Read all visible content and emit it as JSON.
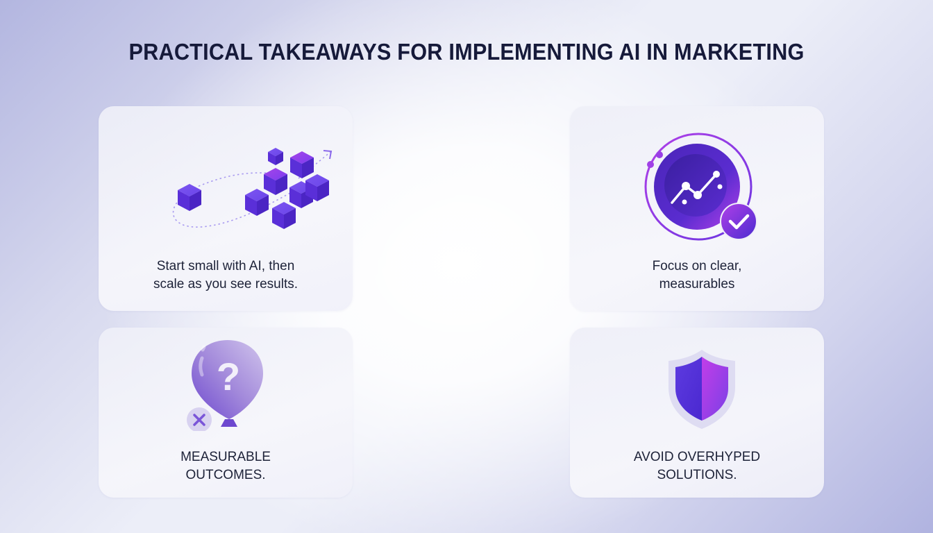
{
  "header": {
    "title": "PRACTICAL TAKEAWAYS FOR IMPLEMENTING AI IN MARKETING"
  },
  "cards": [
    {
      "icon": "scaling-cubes-icon",
      "caption_lines": [
        "Start small with AI, then",
        "scale as you see results."
      ]
    },
    {
      "icon": "chart-target-check-icon",
      "caption_lines": [
        "Focus on clear,",
        "measurables"
      ]
    },
    {
      "icon": "question-balloon-icon",
      "caption_lines": [
        "MEASURABLE",
        "OUTCOMES."
      ]
    },
    {
      "icon": "shield-icon",
      "caption_lines": [
        "AVOID OVERHYPED",
        "SOLUTIONS."
      ]
    }
  ],
  "colors": {
    "title_text": "#161a3a",
    "caption_text": "#1d2238",
    "accent_purple": "#5b32d6",
    "accent_magenta": "#b43ae6",
    "balloon_lavender": "#9a80d8"
  }
}
